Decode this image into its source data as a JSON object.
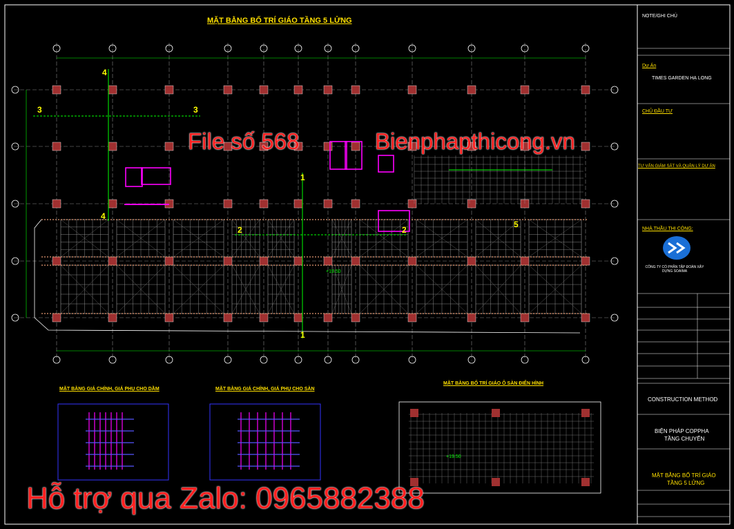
{
  "drawing": {
    "main_title": "MẶT BẰNG BỐ TRÍ GIÁO TẦNG 5 LỬNG",
    "detail_titles": [
      "MẶT BẰNG GIÁ CHÍNH, GIÁ PHỤ CHO DẦM",
      "MẶT BẰNG GIÁ CHÍNH, GIÁ PHỤ CHO SÀN",
      "MẶT BẰNG BỐ TRÍ GIÁO Ô SÀN ĐIỂN HÌNH"
    ],
    "section_markers": [
      "4",
      "3",
      "3",
      "1",
      "2",
      "2",
      "5",
      "4",
      "1"
    ],
    "level_label": "+19.50"
  },
  "watermarks": {
    "file_label": "File số 568",
    "site": "Bienphapthicong.vn",
    "support": "Hỗ trợ qua Zalo: 0965882388"
  },
  "title_block": {
    "notes": "NOTE/GHI CHÚ",
    "project_label": "Dự Án",
    "project_name": "TIMES GARDEN HẠ LONG",
    "investor_label": "CHỦ ĐẦU TƯ",
    "consultant_label": "TƯ VẤN GIÁM SÁT VÀ QUẢN LÝ DỰ ÁN",
    "contractor_label": "NHÀ THẦU THI CÔNG:",
    "contractor_name": "CÔNG TY CỔ PHẦN TẬP ĐOÀN XÂY DỰNG SOAIMA",
    "section": "CONSTRUCTION METHOD",
    "method_line1": "BIỆN PHÁP COPPHA",
    "method_line2": "TẦNG CHUYỂN",
    "sheet_title_line1": "MẶT BẰNG BỐ TRÍ GIÁO",
    "sheet_title_line2": "TẦNG 5 LỬNG"
  },
  "colors": {
    "background": "#000000",
    "grid": "#ffffff",
    "scaffold": "#ff00ff",
    "column": "#a03030",
    "title": "#ffe000",
    "watermark": "#ff2020",
    "dimension": "#00ff00"
  }
}
